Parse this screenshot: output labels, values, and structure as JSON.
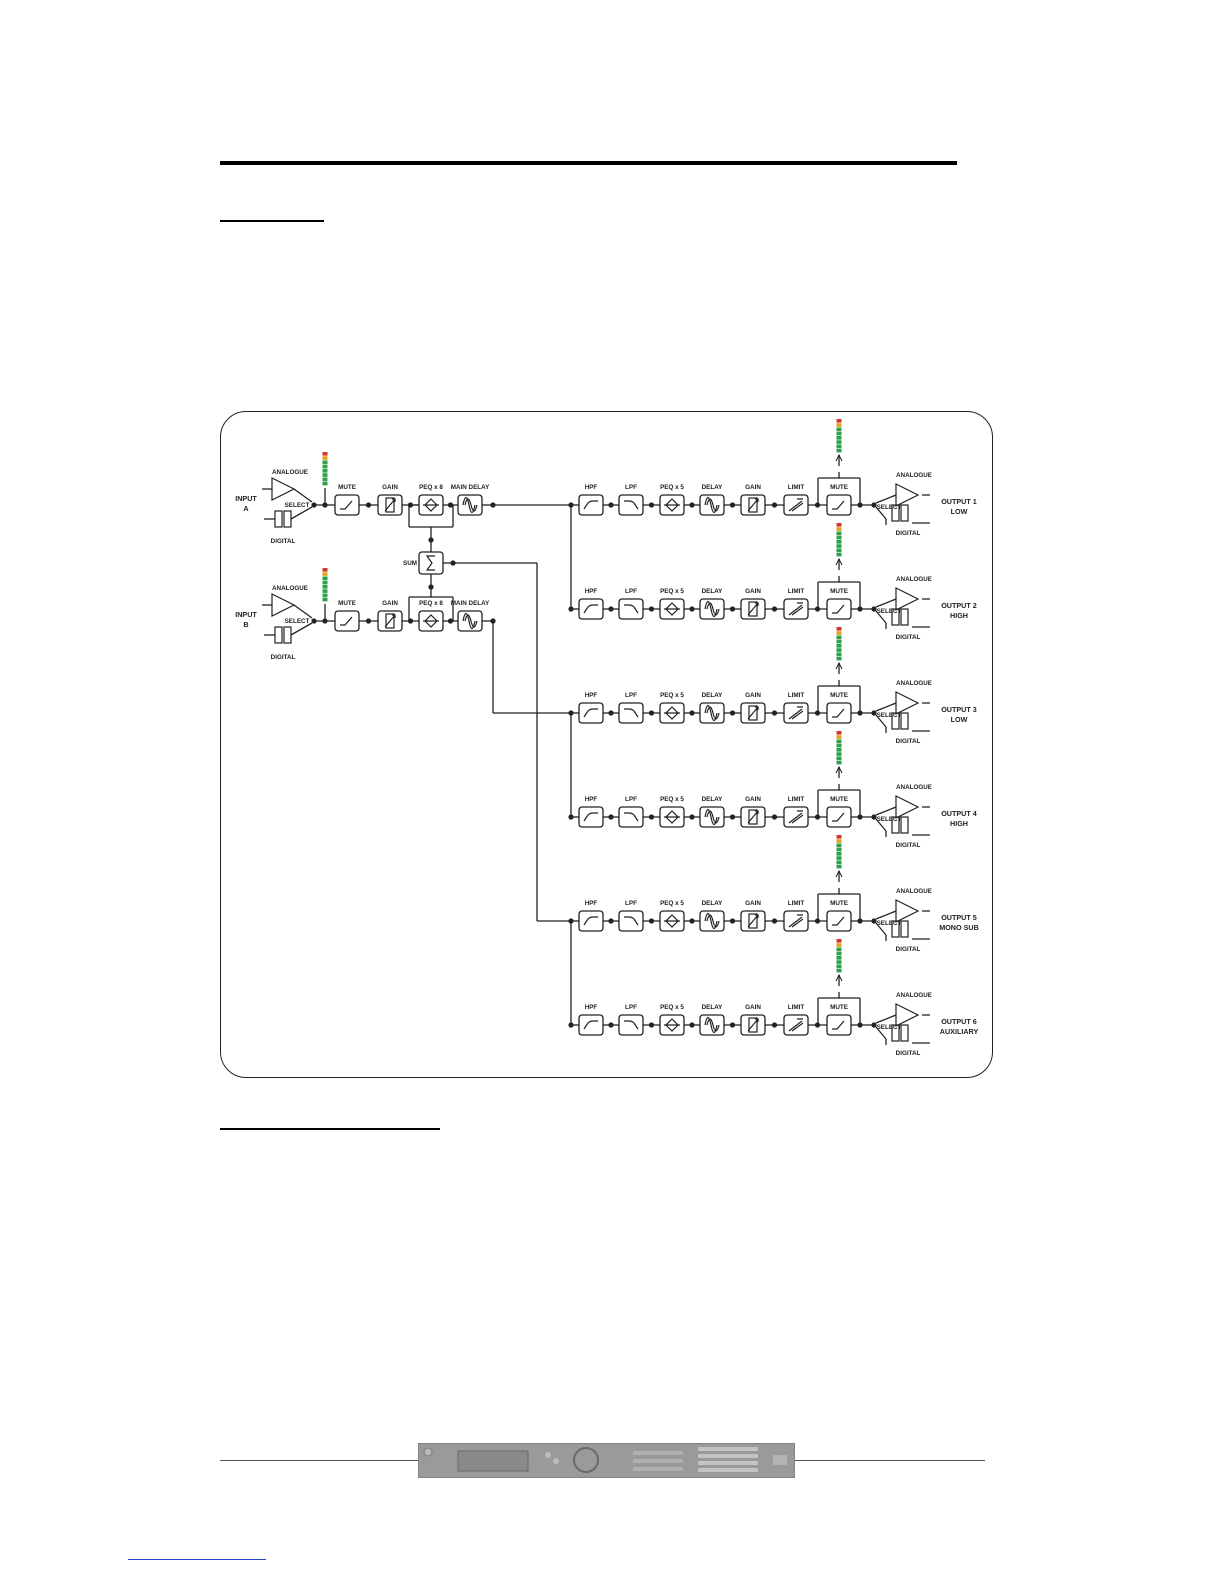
{
  "diagram": {
    "inputs": [
      {
        "name": "INPUT",
        "id": "A",
        "analogue": "ANALOGUE",
        "select": "SELECT",
        "digital": "DIGITAL"
      },
      {
        "name": "INPUT",
        "id": "B",
        "analogue": "ANALOGUE",
        "select": "SELECT",
        "digital": "DIGITAL"
      }
    ],
    "input_chain": [
      "MUTE",
      "GAIN",
      "PEQ x 8",
      "MAIN DELAY"
    ],
    "sum_label": "SUM",
    "output_chain": [
      "HPF",
      "LPF",
      "PEQ x 5",
      "DELAY",
      "GAIN",
      "LIMIT",
      "MUTE"
    ],
    "output_io": {
      "analogue": "ANALOGUE",
      "select": "SELECT",
      "digital": "DIGITAL"
    },
    "outputs": [
      {
        "line1": "OUTPUT 1",
        "line2": "LOW"
      },
      {
        "line1": "OUTPUT 2",
        "line2": "HIGH"
      },
      {
        "line1": "OUTPUT 3",
        "line2": "LOW"
      },
      {
        "line1": "OUTPUT 4",
        "line2": "HIGH"
      },
      {
        "line1": "OUTPUT 5",
        "line2": "MONO SUB"
      },
      {
        "line1": "OUTPUT 6",
        "line2": "AUXILIARY"
      }
    ]
  },
  "colors": {
    "meter_red": "#d23a2a",
    "meter_amber": "#e7a21b",
    "meter_green": "#2fa04a",
    "line": "#222222",
    "footer_banner": "#9a9a9a"
  },
  "footer": {
    "banner_icon": "device-front-panel"
  }
}
